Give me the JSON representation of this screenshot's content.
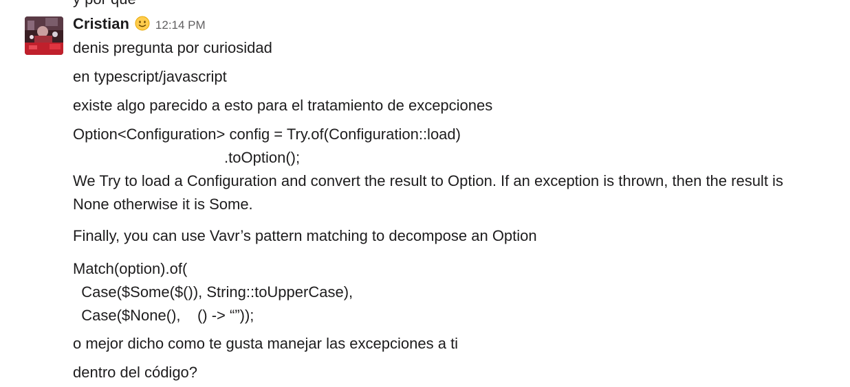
{
  "clipped_text": "y por qué",
  "message": {
    "sender": "Cristian",
    "status_emoji": "slightly-smiling-face-icon",
    "timestamp": "12:14 PM",
    "lines": [
      "denis pregunta por curiosidad",
      "en typescript/javascript",
      "existe algo parecido a esto para el tratamiento de excepciones",
      "Option<Configuration> config = Try.of(Configuration::load)",
      "                                    .toOption();",
      "We Try to load a Configuration and convert the result to Option. If an exception is thrown, then the result is None otherwise it is Some.",
      "Finally, you can use Vavr’s pattern matching to decompose an Option",
      "Match(option).of(",
      "  Case($Some($()), String::toUpperCase),",
      "  Case($None(),    () -> “”));",
      "o mejor dicho como te gusta manejar las excepciones a ti",
      "dentro del código?"
    ]
  },
  "colors": {
    "text": "#1d1c1d",
    "timestamp": "#616061",
    "background": "#ffffff"
  }
}
